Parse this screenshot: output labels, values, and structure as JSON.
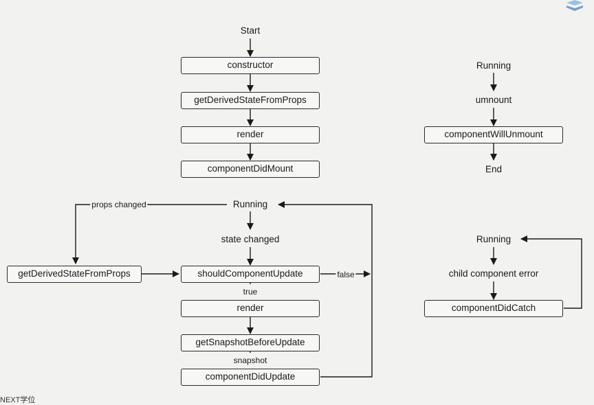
{
  "mount": {
    "start": "Start",
    "constructor": "constructor",
    "get_derived": "getDerivedStateFromProps",
    "render": "render",
    "did_mount": "componentDidMount"
  },
  "update": {
    "running": "Running",
    "props_changed": "props changed",
    "state_changed": "state changed",
    "get_derived": "getDerivedStateFromProps",
    "should_update": "shouldComponentUpdate",
    "false_label": "false",
    "true_label": "true",
    "render": "render",
    "snapshot_fn": "getSnapshotBeforeUpdate",
    "snapshot_label": "snapshot",
    "did_update": "componentDidUpdate"
  },
  "unmount": {
    "running": "Running",
    "event": "umnount",
    "will_unmount": "componentWillUnmount",
    "end": "End"
  },
  "error": {
    "running": "Running",
    "event": "child component error",
    "did_catch": "componentDidCatch"
  },
  "watermark": "NEXT学位",
  "colors": {
    "line": "#1a1a1a",
    "logo": "#7aa6d8"
  }
}
